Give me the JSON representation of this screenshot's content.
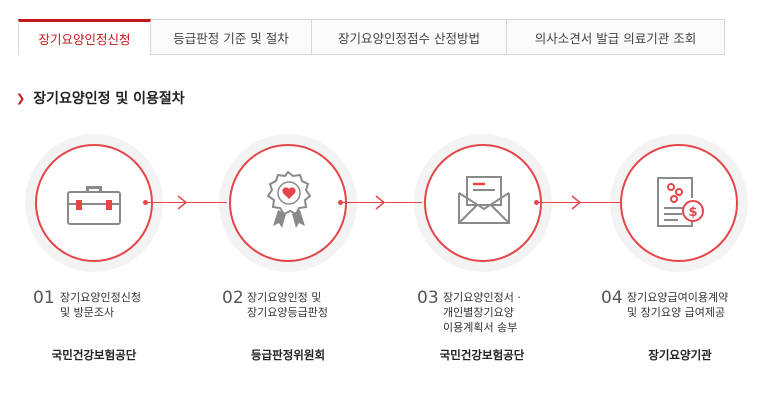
{
  "tabs": [
    {
      "label": "장기요양인정신청",
      "active": true
    },
    {
      "label": "등급판정 기준 및 절차",
      "active": false
    },
    {
      "label": "장기요양인정점수 산정방법",
      "active": false
    },
    {
      "label": "의사소견서 발급 의료기관 조회",
      "active": false
    }
  ],
  "section": {
    "title": "장기요양인정 및 이용절차"
  },
  "steps": [
    {
      "num": "01",
      "desc": "장기요양인정신청\n및 방문조사",
      "org": "국민건강보험공단",
      "icon": "briefcase-icon"
    },
    {
      "num": "02",
      "desc": "장기요양인정 및\n장기요양등급판정",
      "org": "등급판정위원회",
      "icon": "award-ribbon-icon"
    },
    {
      "num": "03",
      "desc": "장기요양인정서 ·\n개인별장기요양\n이용계획서 송부",
      "org": "국민건강보험공단",
      "icon": "envelope-icon"
    },
    {
      "num": "04",
      "desc": "장기요양급여이용계약\n및 장기요양 급여제공",
      "org": "장기요양기관",
      "icon": "document-cost-icon"
    }
  ],
  "colors": {
    "accent": "#c4161c",
    "ring": "#e4464a",
    "icon": "#8a8a8a"
  }
}
